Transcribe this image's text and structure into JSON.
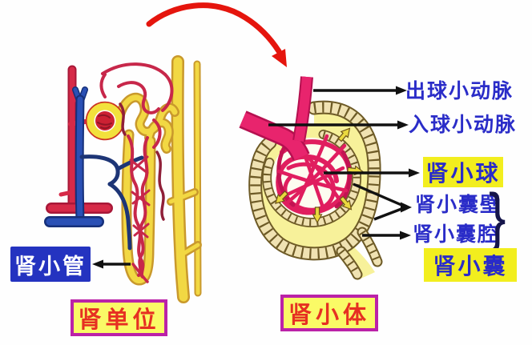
{
  "callouts": {
    "efferent_arteriole": "出球小动脉",
    "afferent_arteriole": "入球小动脉",
    "glomerulus": "肾小球",
    "capsule_wall": "肾小囊壁",
    "capsule_cavity": "肾小囊腔",
    "renal_capsule": "肾小囊",
    "renal_tubule": "肾小管",
    "brace": "}"
  },
  "captions": {
    "nephron": "肾单位",
    "renal_corpuscle": "肾小体"
  },
  "colors": {
    "label_text_blue": "#2a2cc8",
    "highlight_yellow": "#f2ee1e",
    "caption_box_fill": "#fafa66",
    "caption_box_border": "#bb22a8",
    "caption_text_red": "#e63022",
    "tubule_box_fill": "#2433c0",
    "tubule_box_text": "#ffffff",
    "artery_red": "#d62a48",
    "vein_blue": "#2a50b5",
    "vessel_pink": "#e8246d",
    "glomerulus_magenta": "#e01e5f",
    "tubule_yellow": "#f2d83e",
    "capsule_cell_fill": "#f0e2b2",
    "capsule_cell_outline": "#6d5a26",
    "cavity_yellow": "#f7f19a",
    "transition_arrow_red": "#e5150d",
    "callout_arrow_black": "#111111"
  }
}
